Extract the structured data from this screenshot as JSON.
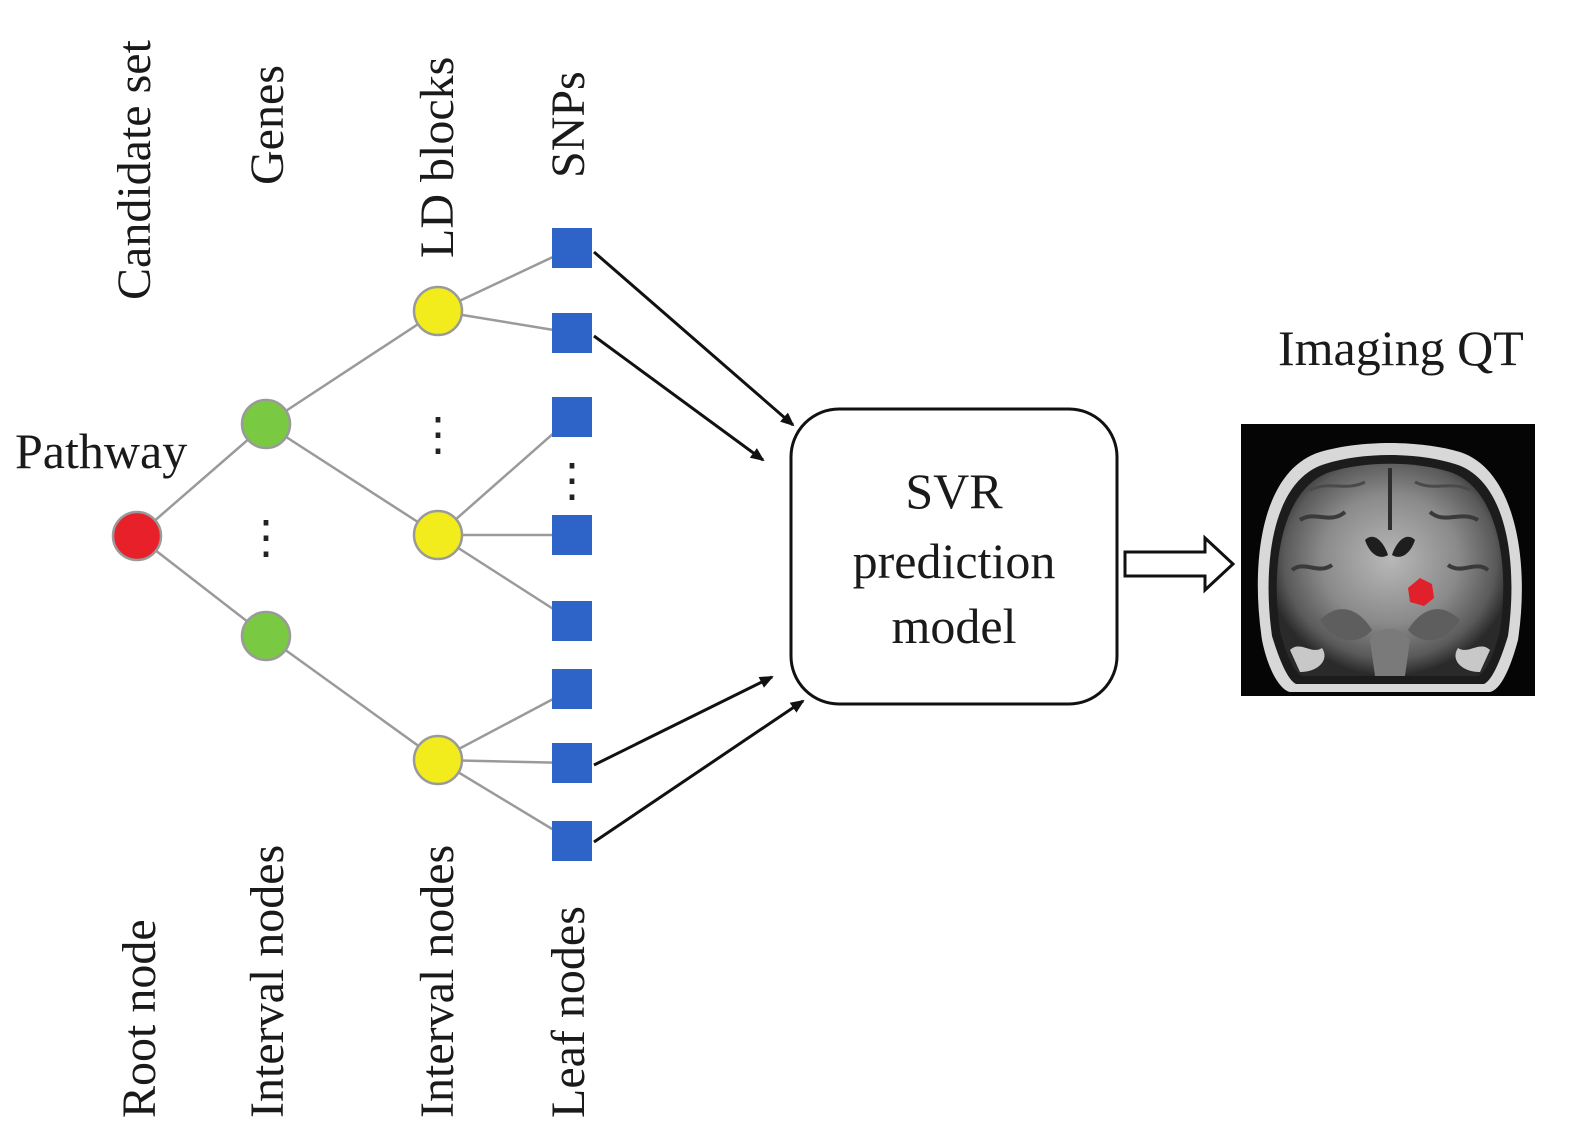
{
  "columns": {
    "top": [
      "Candidate set",
      "Genes",
      "LD blocks",
      "SNPs"
    ],
    "bottom": [
      "Root node",
      "Interval nodes",
      "Interval nodes",
      "Leaf nodes"
    ]
  },
  "pathway_label": "Pathway",
  "model_box": {
    "line1": "SVR",
    "line2": "prediction",
    "line3": "model"
  },
  "imaging_label": "Imaging QT",
  "node_colors": {
    "root": "#e8202a",
    "gene": "#7ac943",
    "ld_block": "#f2ec1c",
    "snp": "#2e64c8"
  },
  "ellipsis": "⋮"
}
